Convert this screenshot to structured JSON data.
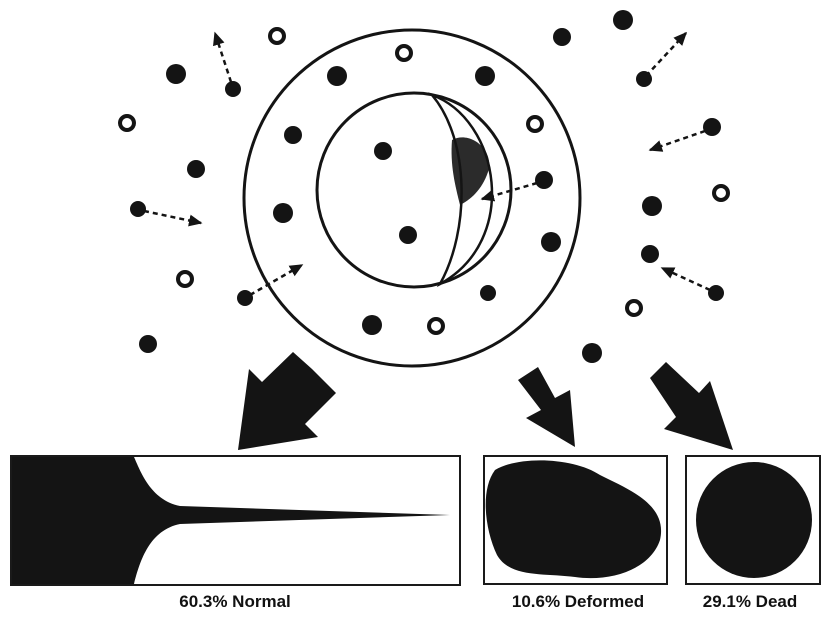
{
  "colors": {
    "ink": "#141414",
    "background": "#ffffff",
    "frame": "#1a1a1a"
  },
  "outcomes": {
    "normal": {
      "label": "60.3% Normal",
      "fraction": 0.603
    },
    "deformed": {
      "label": "10.6% Deformed",
      "fraction": 0.106
    },
    "dead": {
      "label": "29.1% Dead",
      "fraction": 0.291
    }
  }
}
